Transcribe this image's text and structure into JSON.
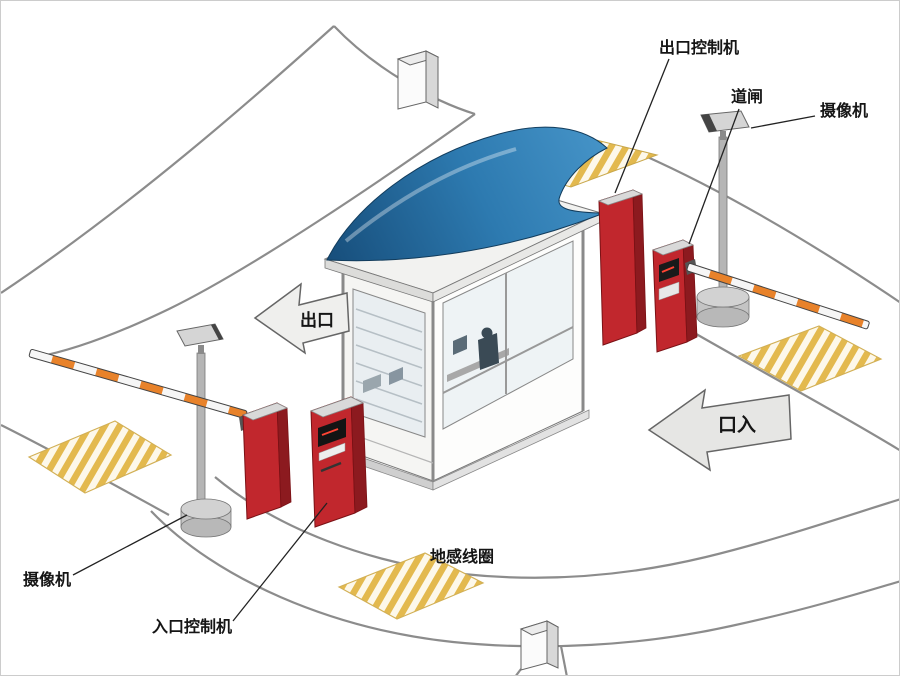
{
  "diagram": {
    "labels": {
      "exit_controller": "出口控制机",
      "barrier_gate": "道闸",
      "camera_right": "摄像机",
      "camera_left": "摄像机",
      "entrance_controller": "入口控制机",
      "ground_loop": "地感线圈"
    },
    "road_markings": {
      "exit_arrow": "出口",
      "entrance_arrow": "口入"
    },
    "colors": {
      "machine_red": "#c1272d",
      "machine_red_dark": "#8c1a1f",
      "canopy_blue": "#2d7ab0",
      "stripe_yellow": "#e3b94e",
      "arm_orange": "#e8822a",
      "road_gray": "#8c8c8c"
    }
  }
}
